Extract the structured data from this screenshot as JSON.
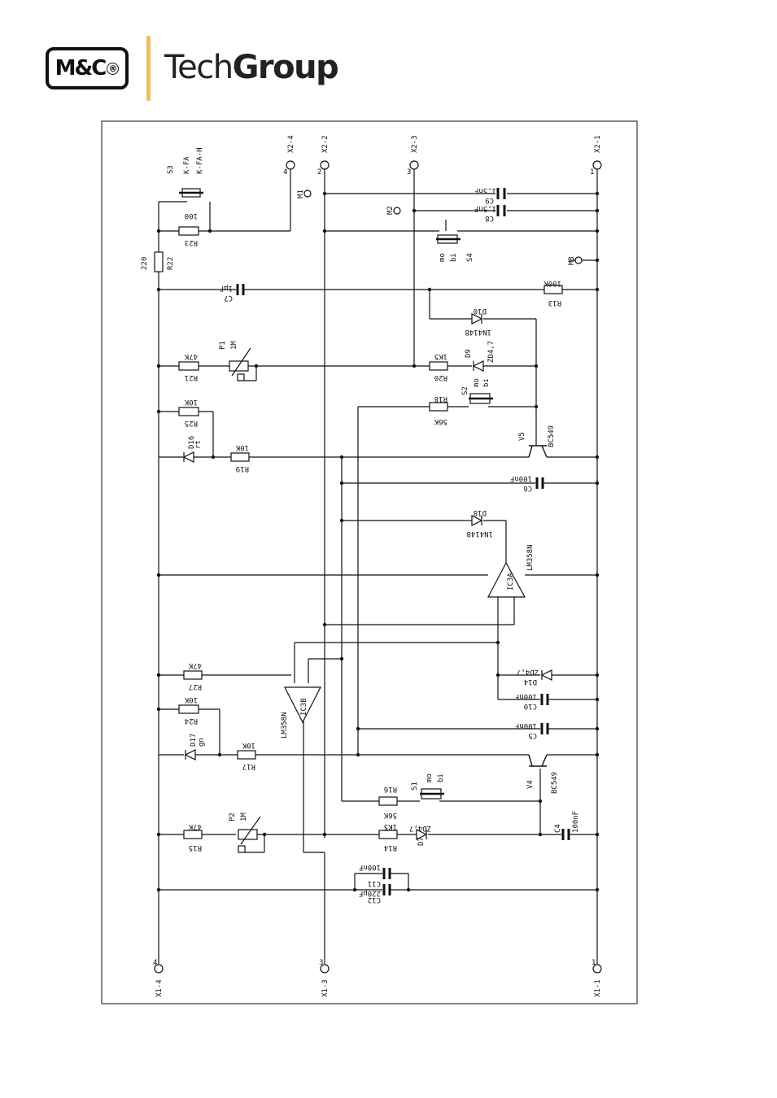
{
  "header": {
    "logo_text": "M&C",
    "logo_reg": "®",
    "brand_tech": "Tech",
    "brand_group": "Group"
  },
  "terminals": {
    "x2_4": "X2-4",
    "x2_4_pin": "4",
    "x2_2": "X2-2",
    "x2_2_pin": "2",
    "x2_3": "X2-3",
    "x2_3_pin": "3",
    "x2_1": "X2-1",
    "x2_1_pin": "1",
    "x1_4": "X1-4",
    "x1_4_pin": "4",
    "x1_3": "X1-3",
    "x1_3_pin": "3",
    "x1_1": "X1-1",
    "x1_1_pin": "1"
  },
  "components": {
    "s3": "S3",
    "s3_a": "K-FA",
    "s3_b": "K-FA-H",
    "r23": "R23",
    "r23_v": "100",
    "r22": "R22",
    "r22_v": "220",
    "c7": "C7",
    "c7_v": "1µF",
    "p1": "P1",
    "p1_v": "1M",
    "r21": "R21",
    "r21_v": "47K",
    "r25": "R25",
    "r25_v": "10K",
    "d16": "D16",
    "d16_v": "rt",
    "r19": "R19",
    "r19_v": "10K",
    "c9": "C9",
    "c9_v": "1,5nF",
    "c8": "C8",
    "c8_v": "1,5nF",
    "m1": "M1",
    "m2": "M2",
    "m3": "M3",
    "s4": "S4",
    "s4_mo": "mo",
    "s4_bi": "bi",
    "r13": "R13",
    "r13_v": "100K",
    "d10": "D10",
    "d10_v": "1N4148",
    "r20": "R20",
    "r20_v": "1K5",
    "d9": "D9",
    "d9_v": "ZD4,7",
    "s2": "S2",
    "s2_mo": "mo",
    "s2_bi": "bi",
    "r18": "R18",
    "r18_v": "56K",
    "v5": "V5",
    "v5_v": "BC549",
    "c6": "C6",
    "c6_v": "100nF",
    "d18": "D18",
    "d18_v": "1N4148",
    "ic3a": "IC3A",
    "ic3a_v": "LM358N",
    "r27": "R27",
    "r27_v": "47K",
    "ic3b": "IC3B",
    "ic3b_v": "LM358N",
    "d14": "D14",
    "d14_v": "ZD4,7",
    "c10": "C10",
    "c10_v": "100nF",
    "r24": "R24",
    "r24_v": "10K",
    "c5": "C5",
    "c5_v": "100nF",
    "d17": "D17",
    "d17_v": "gn",
    "r17": "R17",
    "r17_v": "10K",
    "v4": "V4",
    "v4_v": "BC549",
    "r16": "R16",
    "r16_v": "56K",
    "s1": "S1",
    "s1_mo": "mo",
    "s1_bi": "bi",
    "p2": "P2",
    "p2_v": "1M",
    "r15": "R15",
    "r15_v": "47K",
    "r14": "R14",
    "r14_v": "1K5",
    "d7": "D7",
    "d7_v": "ZD4,7",
    "c4": "C4",
    "c4_v": "100nF",
    "c11": "C11",
    "c11_v": "100nF",
    "c12": "C12",
    "c12_v": "220µF"
  },
  "colors": {
    "accent_bar": "#f0c060",
    "ink": "#111111"
  }
}
